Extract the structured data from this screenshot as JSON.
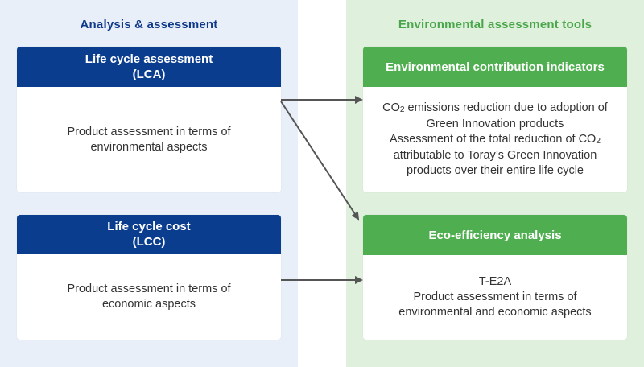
{
  "left_panel": {
    "title": "Analysis & assessment",
    "lca": {
      "title_line1": "Life cycle assessment",
      "title_line2": "(LCA)",
      "body_line1": "Product assessment in terms of",
      "body_line2": "environmental aspects"
    },
    "lcc": {
      "title_line1": "Life cycle cost",
      "title_line2": "(LCC)",
      "body_line1": "Product assessment in terms of",
      "body_line2": "economic aspects"
    }
  },
  "right_panel": {
    "title": "Environmental assessment tools",
    "indicators": {
      "title": "Environmental contribution indicators",
      "line1_prefix": "CO",
      "line1_sub": "2",
      "line1_suffix": " emissions reduction due to adoption of",
      "line2": "Green Innovation products",
      "line3_prefix": "Assessment of the total reduction of CO",
      "line3_sub": "2",
      "line4": "attributable to Toray’s Green Innovation",
      "line5": "products over their entire life cycle"
    },
    "eco": {
      "title": "Eco-efficiency analysis",
      "line1": "T-E2A",
      "line2": "Product assessment in terms of",
      "line3": "environmental and economic aspects"
    }
  },
  "colors": {
    "left_panel_bg": "#e9eff8",
    "right_panel_bg": "#dff0dd",
    "blue_header": "#0b3d8f",
    "green_header": "#4fae4f",
    "arrow": "#555555"
  }
}
